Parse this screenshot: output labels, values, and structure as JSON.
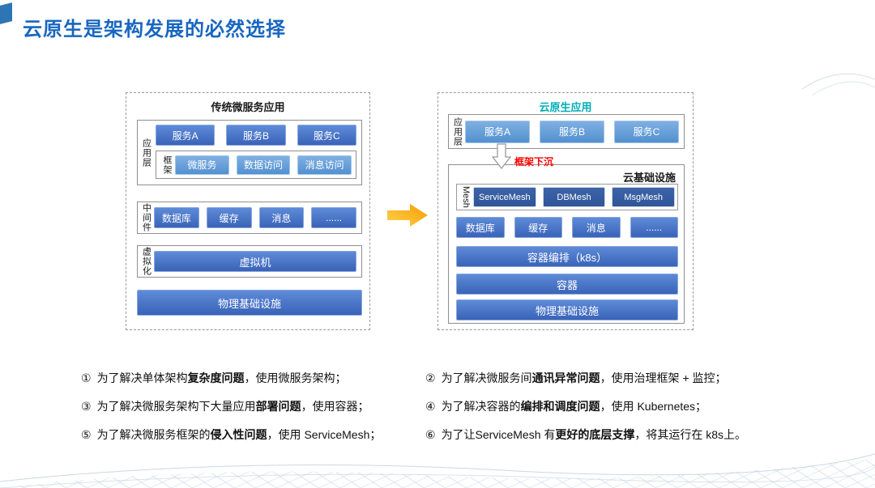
{
  "slide": {
    "title": "云原生是架构发展的必然选择",
    "colors": {
      "title_blue": "#1867C0",
      "button_blue": "#3A63B8",
      "button_light_blue": "#5390D0",
      "button_navy": "#2F5597",
      "cloud_title_teal": "#00AEB8",
      "sink_red": "#FF0000",
      "arrow_orange": "#F59B00"
    }
  },
  "left_diagram": {
    "title": "传统微服务应用",
    "app_layer_label": "应用层",
    "services": [
      "服务A",
      "服务B",
      "服务C"
    ],
    "framework_label": "框架",
    "framework_items": [
      "微服务",
      "数据访问",
      "消息访问"
    ],
    "middleware_label": "中间件",
    "middleware_items": [
      "数据库",
      "缓存",
      "消息",
      "......"
    ],
    "virtualization_label": "虚拟化",
    "vm_label": "虚拟机",
    "physical_label": "物理基础设施"
  },
  "right_diagram": {
    "title": "云原生应用",
    "app_layer_label": "应用层",
    "services": [
      "服务A",
      "服务B",
      "服务C"
    ],
    "sink_label": "框架下沉",
    "cloud_infra_label": "云基础设施",
    "mesh_label": "Mesh",
    "mesh_items": [
      "ServiceMesh",
      "DBMesh",
      "MsgMesh"
    ],
    "middleware_items": [
      "数据库",
      "缓存",
      "消息",
      "......"
    ],
    "orchestration_label": "容器编排（k8s）",
    "container_label": "容器",
    "physical_label": "物理基础设施"
  },
  "notes": [
    {
      "num": "①",
      "pre": "为了解决单体架构",
      "bold": "复杂度问题",
      "post": "，使用微服务架构；"
    },
    {
      "num": "②",
      "pre": "为了解决微服务间",
      "bold": "通讯异常问题",
      "post": "，使用治理框架 + 监控；"
    },
    {
      "num": "③",
      "pre": "为了解决微服务架构下大量应用",
      "bold": "部署问题",
      "post": "，使用容器；"
    },
    {
      "num": "④",
      "pre": "为了解决容器的",
      "bold": "编排和调度问题",
      "post": "，使用 Kubernetes；"
    },
    {
      "num": "⑤",
      "pre": "为了解决微服务框架的",
      "bold": "侵入性问题",
      "post": "，使用 ServiceMesh；"
    },
    {
      "num": "⑥",
      "pre": "为了让ServiceMesh 有",
      "bold": "更好的底层支撑",
      "post": "，将其运行在 k8s上。"
    }
  ]
}
